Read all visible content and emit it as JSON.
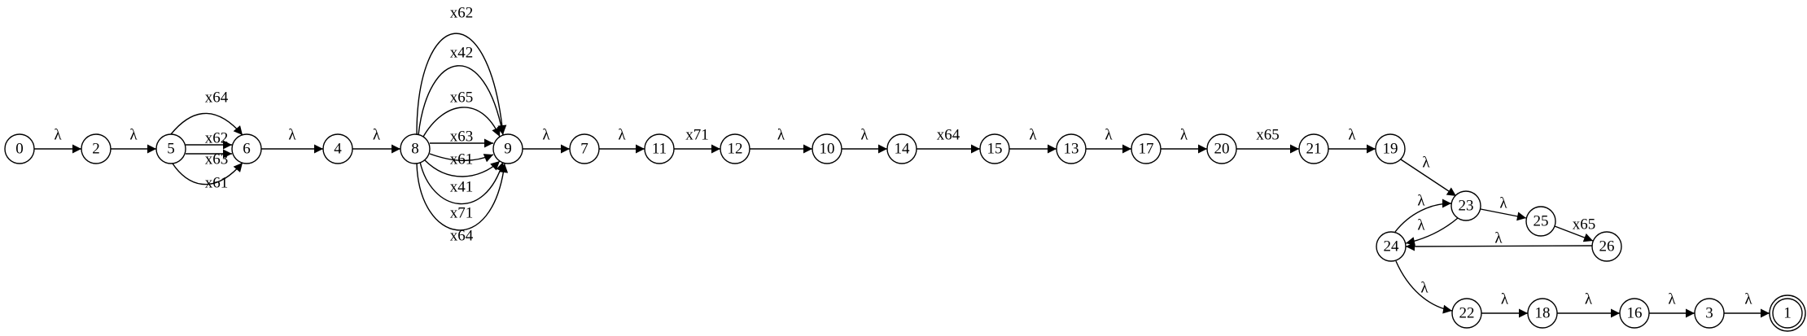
{
  "automaton": {
    "final_state": "1",
    "states": [
      "0",
      "1",
      "2",
      "3",
      "4",
      "5",
      "6",
      "7",
      "8",
      "9",
      "10",
      "11",
      "12",
      "13",
      "14",
      "15",
      "16",
      "17",
      "18",
      "19",
      "20",
      "21",
      "22",
      "23",
      "24",
      "25",
      "26"
    ],
    "transitions": [
      {
        "from": "0",
        "to": "2",
        "label": "λ"
      },
      {
        "from": "2",
        "to": "5",
        "label": "λ"
      },
      {
        "from": "5",
        "to": "6",
        "label": "x64"
      },
      {
        "from": "5",
        "to": "6",
        "label": "x62"
      },
      {
        "from": "5",
        "to": "6",
        "label": "x63"
      },
      {
        "from": "5",
        "to": "6",
        "label": "x61"
      },
      {
        "from": "6",
        "to": "4",
        "label": "λ"
      },
      {
        "from": "4",
        "to": "8",
        "label": "λ"
      },
      {
        "from": "8",
        "to": "9",
        "label": "x62"
      },
      {
        "from": "8",
        "to": "9",
        "label": "x42"
      },
      {
        "from": "8",
        "to": "9",
        "label": "x65"
      },
      {
        "from": "8",
        "to": "9",
        "label": "x63"
      },
      {
        "from": "8",
        "to": "9",
        "label": "x61"
      },
      {
        "from": "8",
        "to": "9",
        "label": "x41"
      },
      {
        "from": "8",
        "to": "9",
        "label": "x71"
      },
      {
        "from": "8",
        "to": "9",
        "label": "x64"
      },
      {
        "from": "9",
        "to": "7",
        "label": "λ"
      },
      {
        "from": "7",
        "to": "11",
        "label": "λ"
      },
      {
        "from": "11",
        "to": "12",
        "label": "x71"
      },
      {
        "from": "12",
        "to": "10",
        "label": "λ"
      },
      {
        "from": "10",
        "to": "14",
        "label": "λ"
      },
      {
        "from": "14",
        "to": "15",
        "label": "x64"
      },
      {
        "from": "15",
        "to": "13",
        "label": "λ"
      },
      {
        "from": "13",
        "to": "17",
        "label": "λ"
      },
      {
        "from": "17",
        "to": "20",
        "label": "λ"
      },
      {
        "from": "20",
        "to": "21",
        "label": "x65"
      },
      {
        "from": "21",
        "to": "19",
        "label": "λ"
      },
      {
        "from": "19",
        "to": "23",
        "label": "λ"
      },
      {
        "from": "24",
        "to": "23",
        "label": "λ"
      },
      {
        "from": "23",
        "to": "24",
        "label": "λ"
      },
      {
        "from": "23",
        "to": "25",
        "label": "λ"
      },
      {
        "from": "25",
        "to": "26",
        "label": "x65"
      },
      {
        "from": "26",
        "to": "24",
        "label": "λ"
      },
      {
        "from": "24",
        "to": "22",
        "label": "λ"
      },
      {
        "from": "22",
        "to": "18",
        "label": "λ"
      },
      {
        "from": "18",
        "to": "16",
        "label": "λ"
      },
      {
        "from": "16",
        "to": "3",
        "label": "λ"
      },
      {
        "from": "3",
        "to": "1",
        "label": "λ"
      }
    ]
  }
}
